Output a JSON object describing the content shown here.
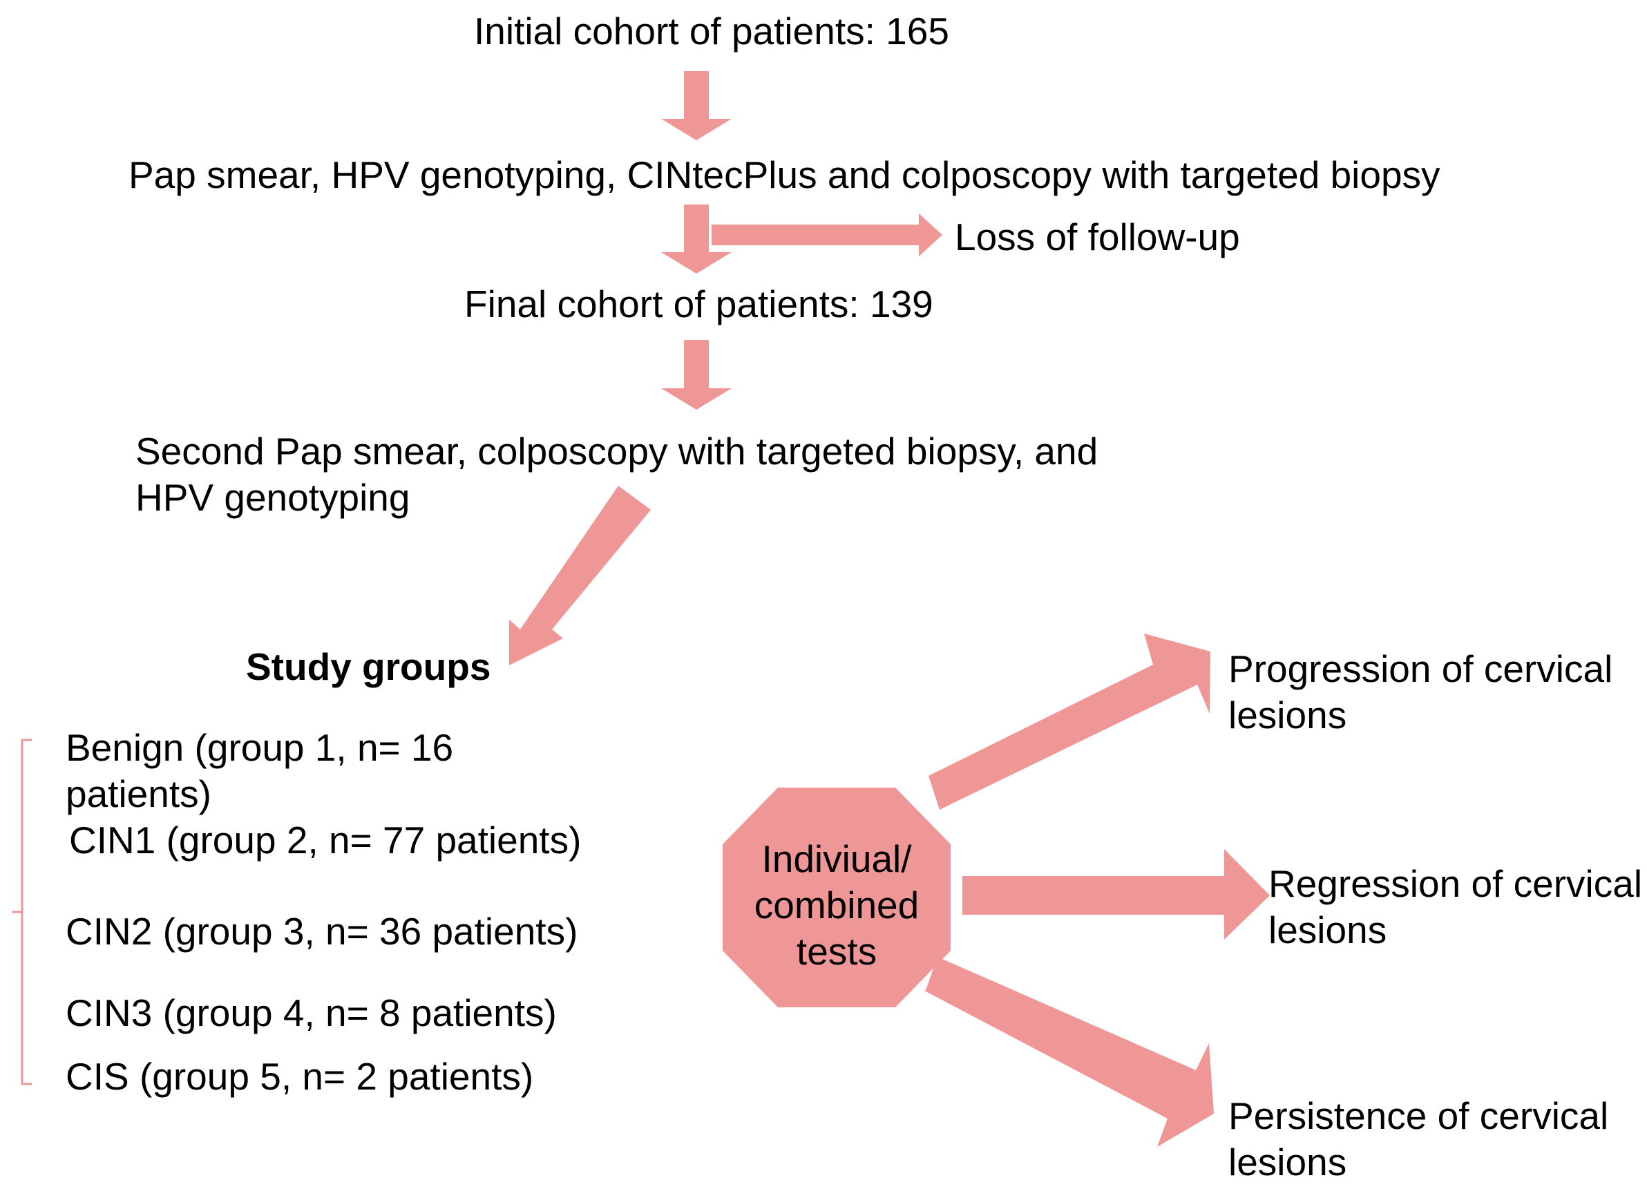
{
  "colors": {
    "arrow": "#ef9797",
    "octagon": "#ef9797",
    "bracket": "#ef9797",
    "text": "#000000",
    "background": "#ffffff"
  },
  "flow": {
    "initial_cohort": "Initial cohort of patients: 165",
    "step1": "Pap smear, HPV genotyping, CINtecPlus and colposcopy with targeted biopsy",
    "loss": "Loss of follow-up",
    "final_cohort": "Final cohort of patients: 139",
    "step2_line1": "Second Pap smear, colposcopy with targeted biopsy, and",
    "step2_line2": "HPV genotyping"
  },
  "study_groups": {
    "title": "Study groups",
    "groups": [
      {
        "line1": "Benign (group 1, n= 16",
        "line2": "patients)"
      },
      {
        "line1": "CIN1 (group 2, n= 77 patients)"
      },
      {
        "line1": "CIN2 (group 3, n= 36 patients)"
      },
      {
        "line1": "CIN3 (group 4, n= 8 patients)"
      },
      {
        "line1": "CIS (group 5, n= 2 patients)"
      }
    ]
  },
  "tests": {
    "line1": "Indiviual/",
    "line2": "combined",
    "line3": "tests"
  },
  "outcomes": [
    {
      "line1": "Progression of cervical",
      "line2": "lesions"
    },
    {
      "line1": "Regression of cervical",
      "line2": "lesions"
    },
    {
      "line1": "Persistence of cervical",
      "line2": "lesions"
    }
  ]
}
